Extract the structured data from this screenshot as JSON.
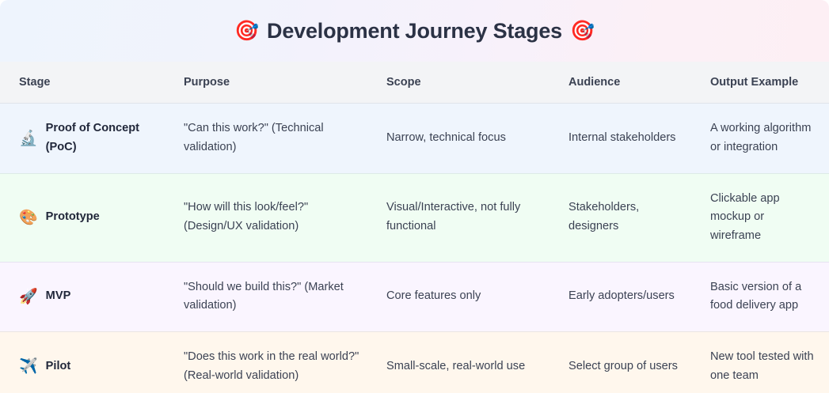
{
  "header": {
    "title": "Development Journey Stages",
    "emoji_left": "🎯",
    "emoji_right": "🎯",
    "emoji_name": "dart-target-emoji",
    "gradient_from": "#eef4fd",
    "gradient_to": "#fdeff4"
  },
  "table": {
    "columns": [
      {
        "key": "stage",
        "label": "Stage"
      },
      {
        "key": "purpose",
        "label": "Purpose"
      },
      {
        "key": "scope",
        "label": "Scope"
      },
      {
        "key": "audience",
        "label": "Audience"
      },
      {
        "key": "output",
        "label": "Output Example"
      }
    ],
    "header_bg": "#f3f4f6",
    "rows": [
      {
        "emoji": "🔬",
        "emoji_name": "microscope-emoji",
        "stage": "Proof of Concept (PoC)",
        "purpose": "\"Can this work?\" (Technical validation)",
        "scope": "Narrow, technical focus",
        "audience": "Internal stakeholders",
        "output": "A working algorithm or integration",
        "row_bg": "#eff5fd"
      },
      {
        "emoji": "🎨",
        "emoji_name": "palette-emoji",
        "stage": "Prototype",
        "purpose": "\"How will this look/feel?\" (Design/UX validation)",
        "scope": "Visual/Interactive, not fully functional",
        "audience": "Stakeholders, designers",
        "output": "Clickable app mockup or wireframe",
        "row_bg": "#f0fdf3"
      },
      {
        "emoji": "🚀",
        "emoji_name": "rocket-emoji",
        "stage": "MVP",
        "purpose": "\"Should we build this?\" (Market validation)",
        "scope": "Core features only",
        "audience": "Early adopters/users",
        "output": "Basic version of a food delivery app",
        "row_bg": "#faf5ff"
      },
      {
        "emoji": "✈️",
        "emoji_name": "airplane-emoji",
        "stage": "Pilot",
        "purpose": "\"Does this work in the real world?\" (Real-world validation)",
        "scope": "Small-scale, real-world use",
        "audience": "Select group of users",
        "output": "New tool tested with one team",
        "row_bg": "#fff7ed"
      }
    ]
  }
}
